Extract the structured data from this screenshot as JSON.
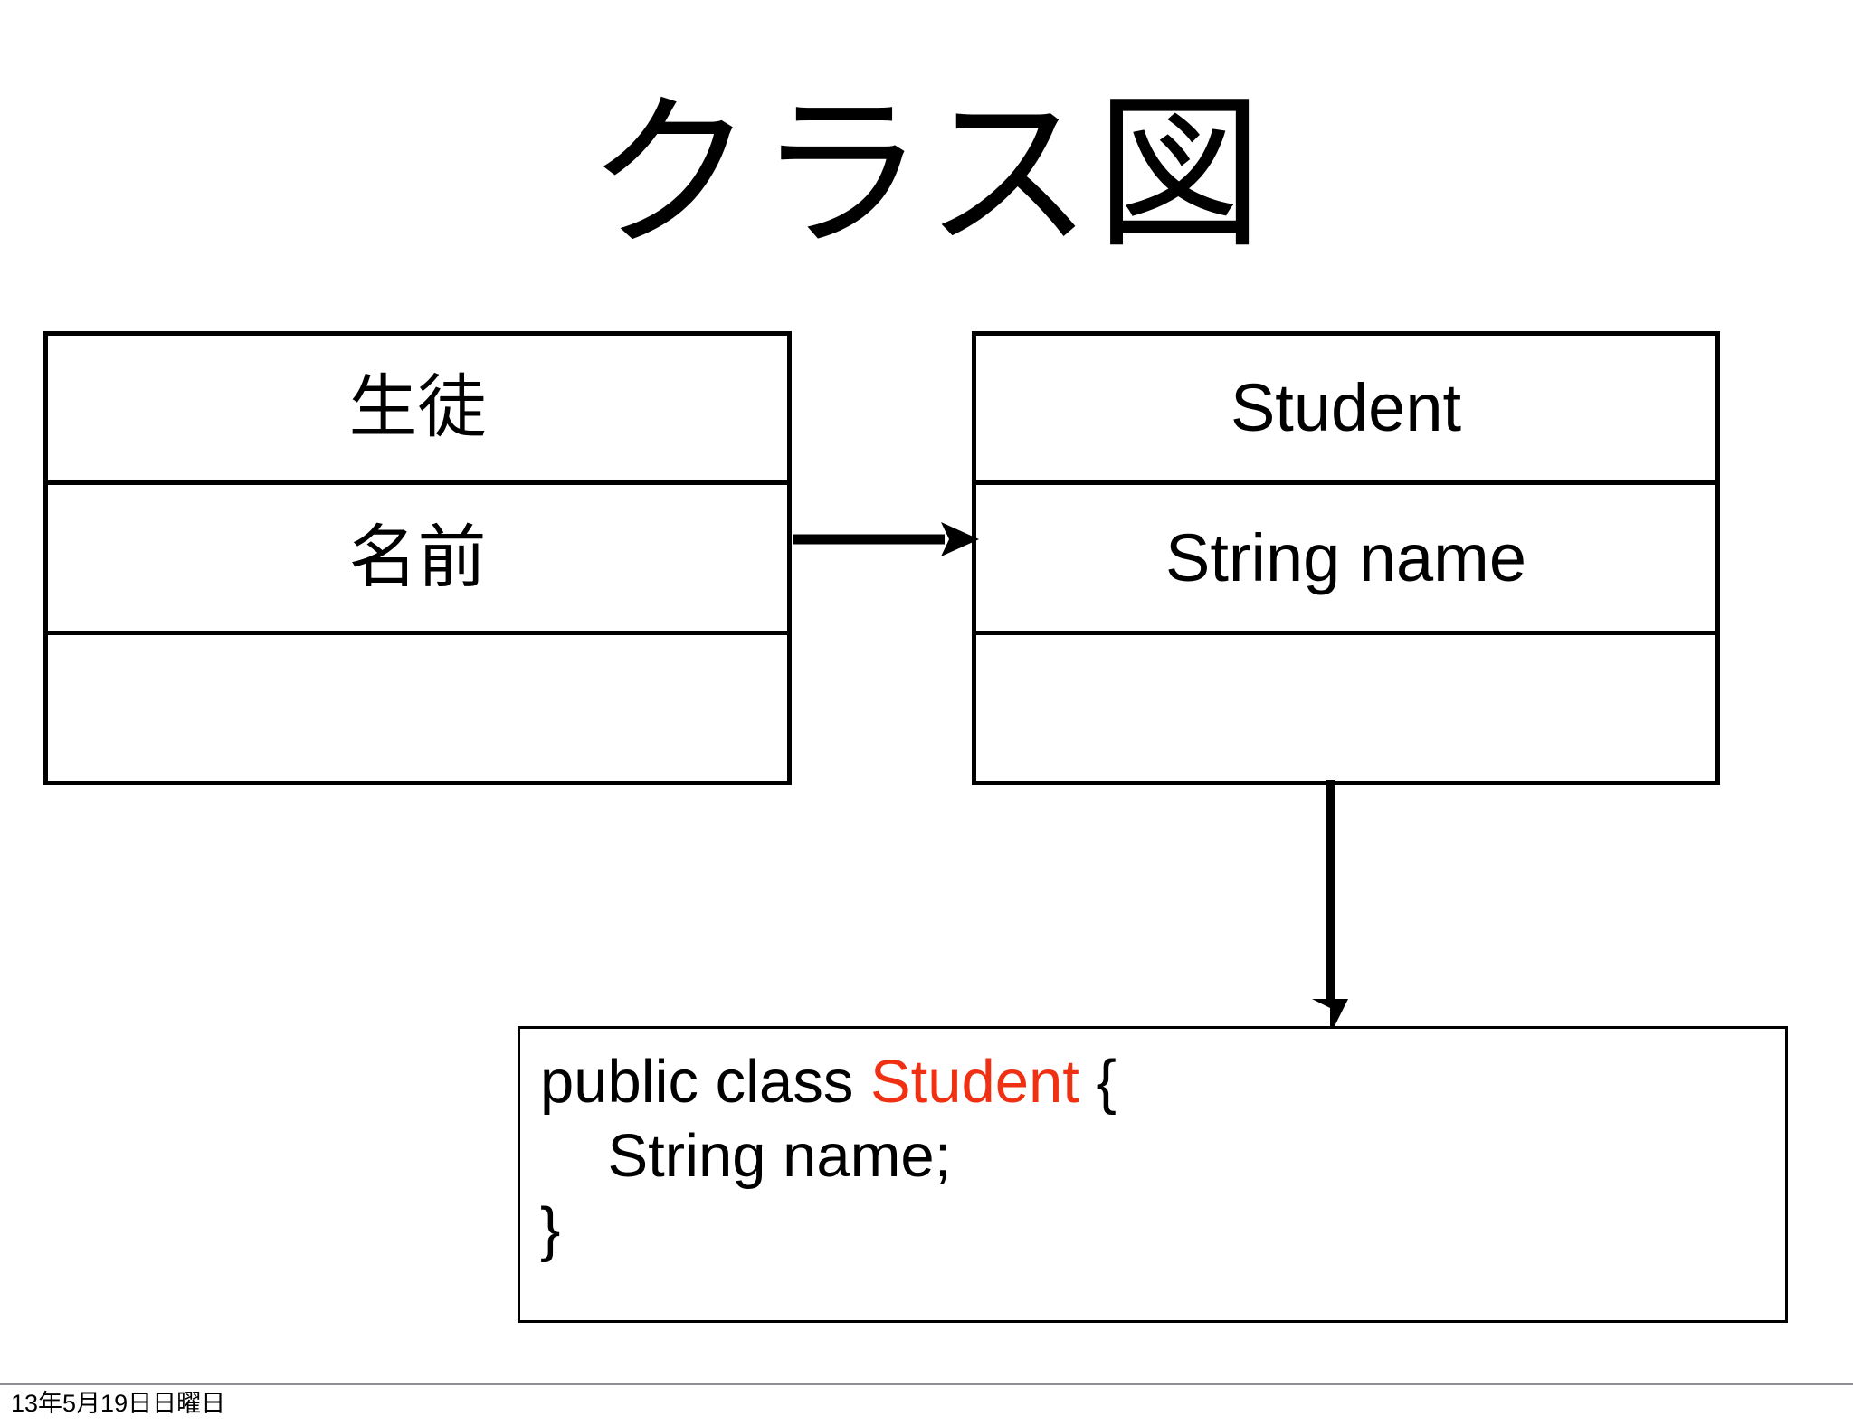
{
  "slide": {
    "title": "クラス図",
    "background_color": "#ffffff",
    "text_color": "#000000"
  },
  "class_diagram": {
    "classes": [
      {
        "id": "japanese-class",
        "name": "生徒",
        "attributes": "名前",
        "methods": ""
      },
      {
        "id": "english-class",
        "name": "Student",
        "attributes": "String name",
        "methods": ""
      }
    ],
    "connectors": [
      {
        "id": "ja-to-en",
        "from": "japanese-class",
        "to": "english-class",
        "direction": "right",
        "style": "solid-arrow"
      },
      {
        "id": "en-to-code",
        "from": "english-class",
        "to": "code-snippet",
        "direction": "down",
        "style": "solid-arrow"
      }
    ]
  },
  "code_snippet": {
    "language": "java",
    "highlight_color": "#ef3012",
    "lines": [
      {
        "before": "public class ",
        "highlight": "Student",
        "after": " {"
      },
      {
        "before": "    String name;",
        "highlight": "",
        "after": ""
      },
      {
        "before": "}",
        "highlight": "",
        "after": ""
      }
    ]
  },
  "footer": {
    "date": "13年5月19日日曜日",
    "rule_color": "#8e8e93"
  }
}
